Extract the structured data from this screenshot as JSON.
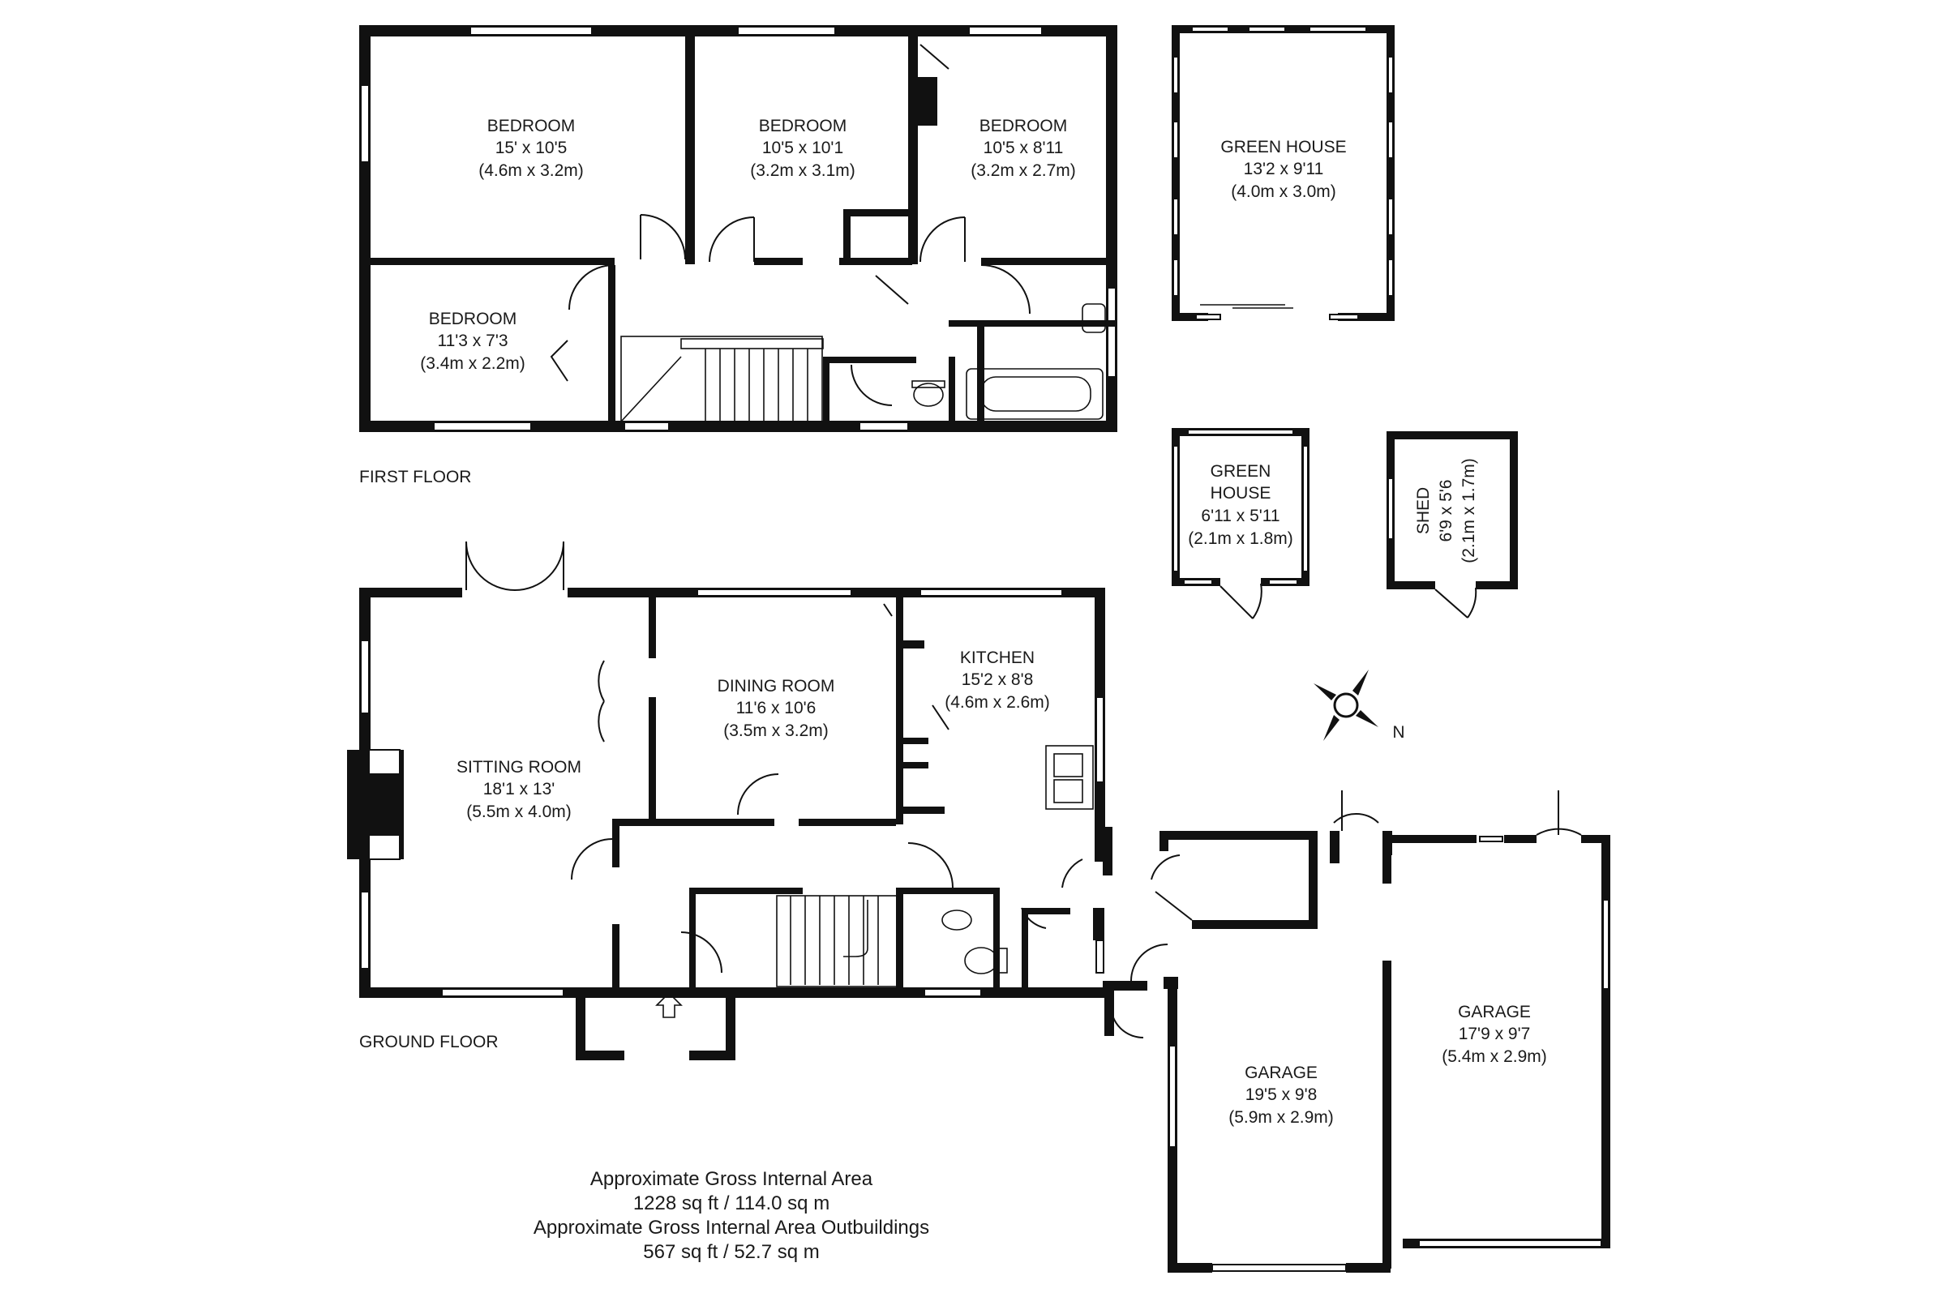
{
  "first_floor": {
    "heading": "FIRST FLOOR",
    "bedroom_1": {
      "name": "BEDROOM",
      "imperial": "15' x 10'5",
      "metric": "(4.6m x 3.2m)"
    },
    "bedroom_2": {
      "name": "BEDROOM",
      "imperial": "10'5 x 10'1",
      "metric": "(3.2m x 3.1m)"
    },
    "bedroom_3": {
      "name": "BEDROOM",
      "imperial": "10'5 x 8'11",
      "metric": "(3.2m x 2.7m)"
    },
    "bedroom_4": {
      "name": "BEDROOM",
      "imperial": "11'3 x 7'3",
      "metric": "(3.4m x 2.2m)"
    }
  },
  "ground_floor": {
    "heading": "GROUND FLOOR",
    "sitting_room": {
      "name": "SITTING ROOM",
      "imperial": "18'1 x 13'",
      "metric": "(5.5m x 4.0m)"
    },
    "dining_room": {
      "name": "DINING ROOM",
      "imperial": "11'6 x 10'6",
      "metric": "(3.5m x 3.2m)"
    },
    "kitchen": {
      "name": "KITCHEN",
      "imperial": "15'2 x 8'8",
      "metric": "(4.6m x 2.6m)"
    }
  },
  "outbuildings": {
    "green_house_large": {
      "name": "GREEN HOUSE",
      "imperial": "13'2 x 9'11",
      "metric": "(4.0m x 3.0m)"
    },
    "green_house_small": {
      "name_line1": "GREEN",
      "name_line2": "HOUSE",
      "imperial": "6'11 x 5'11",
      "metric": "(2.1m x 1.8m)"
    },
    "shed": {
      "name": "SHED",
      "imperial": "6'9 x 5'6",
      "metric": "(2.1m x 1.7m)"
    },
    "garage_1": {
      "name": "GARAGE",
      "imperial": "19'5 x 9'8",
      "metric": "(5.9m x 2.9m)"
    },
    "garage_2": {
      "name": "GARAGE",
      "imperial": "17'9 x 9'7",
      "metric": "(5.4m x 2.9m)"
    }
  },
  "compass": {
    "north_label": "N",
    "icon": "compass-icon"
  },
  "area": {
    "line1": "Approximate Gross Internal Area",
    "line2": "1228 sq ft / 114.0 sq m",
    "line3": "Approximate Gross Internal Area Outbuildings",
    "line4": "567 sq ft / 52.7 sq m"
  },
  "colors": {
    "wall": "#111111",
    "background": "#ffffff"
  }
}
